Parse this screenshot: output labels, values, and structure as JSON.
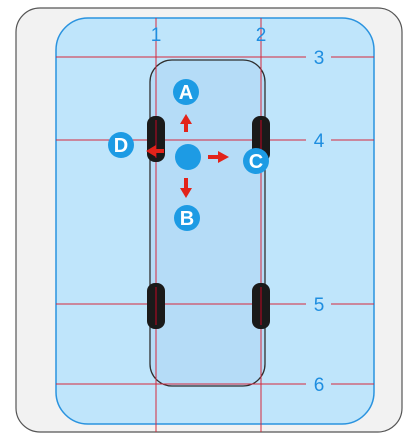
{
  "diagram": {
    "colors": {
      "frame_stroke": "#555555",
      "panel_fill": "#f2f2f2",
      "inner_fill": "#bfe5fb",
      "inner_stroke": "#2a93df",
      "vehicle_fill": "#b5dcf7",
      "vehicle_stroke": "#2f2f2f",
      "wheel_fill": "#1a1a1a",
      "wheel_stripe": "#8a0d1f",
      "grid_line": "#d6293c",
      "label_color": "#1f8ee0",
      "marker_fill": "#1d9be4",
      "arrow_color": "#e2231a"
    },
    "grid_labels": {
      "v1": "1",
      "v2": "2",
      "h3": "3",
      "h4": "4",
      "h5": "5",
      "h6": "6"
    },
    "markers": {
      "a": "A",
      "b": "B",
      "c": "C",
      "d": "D"
    }
  }
}
